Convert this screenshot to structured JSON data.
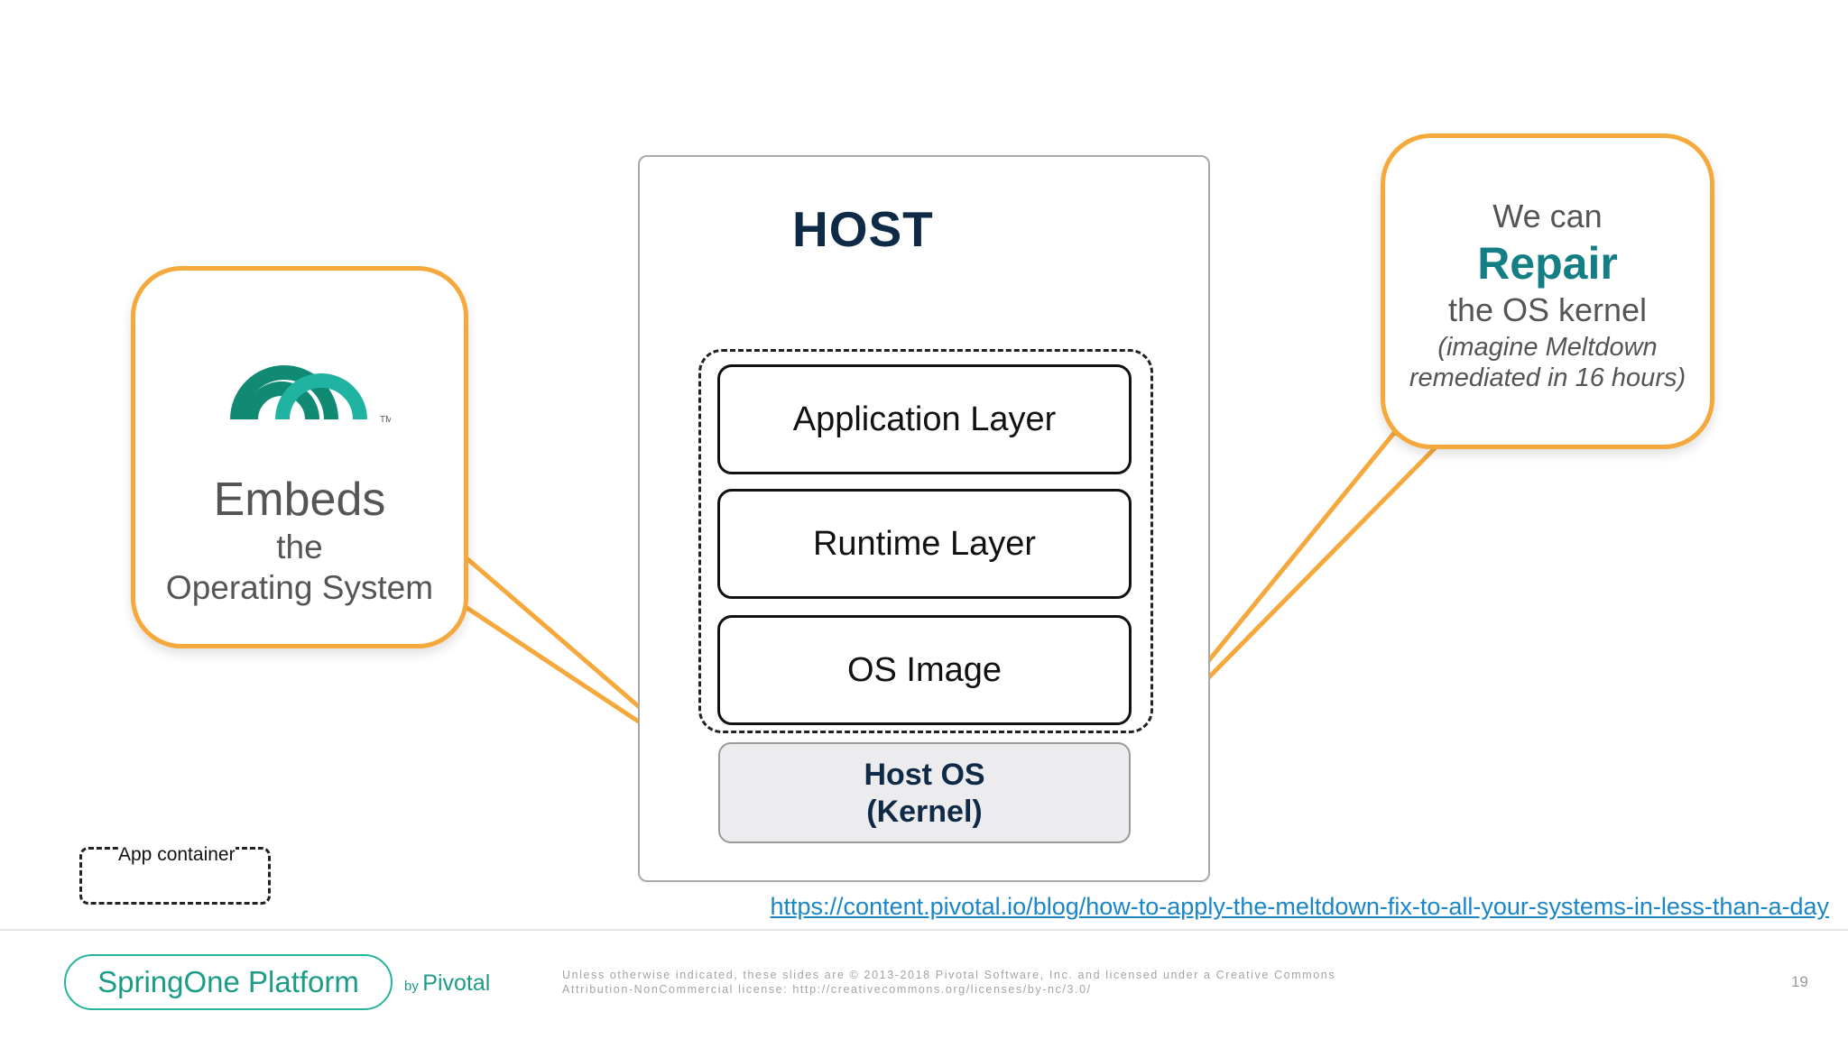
{
  "diagram": {
    "host_title": "HOST",
    "layers": [
      {
        "label": "Application Layer"
      },
      {
        "label": "Runtime Layer"
      },
      {
        "label": "OS Image"
      }
    ],
    "host_os": {
      "line1": "Host OS",
      "line2": "(Kernel)"
    },
    "legend": {
      "label": "App container"
    }
  },
  "left_callout": {
    "logo_icon": "pivotal-logo-icon",
    "trademark": "TM",
    "line1": "Embeds",
    "line2": "the",
    "line3": "Operating System"
  },
  "right_callout": {
    "line1": "We can",
    "emphasis": "Repair",
    "line3": "the OS kernel",
    "line4": "(imagine Meltdown",
    "line5": "remediated in 16 hours)"
  },
  "reference_link": "https://content.pivotal.io/blog/how-to-apply-the-meltdown-fix-to-all-your-systems-in-less-than-a-day",
  "footer": {
    "brand": "SpringOne Platform",
    "by": "by",
    "pivotal": "Pivotal",
    "license_line1": "Unless otherwise indicated, these slides are © 2013-2018 Pivotal Software, Inc. and licensed under a Creative Commons",
    "license_line2": "Attribution-NonCommercial license: http://creativecommons.org/licenses/by-nc/3.0/",
    "page_number": "19"
  },
  "colors": {
    "callout_border": "#f5a93c",
    "accent_teal": "#137f85",
    "host_title": "#0e2a47",
    "brand_teal": "#1c9c86",
    "link": "#1a86c8"
  }
}
